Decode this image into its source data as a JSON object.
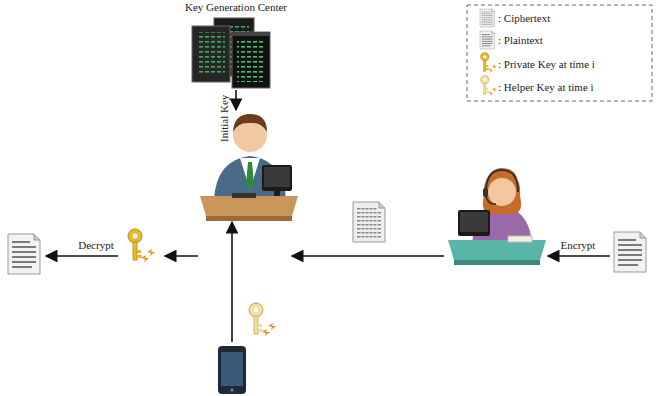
{
  "diagram": {
    "nodes": [
      {
        "text": [
          "Key Generation Center"
        ]
      }
    ],
    "labels": [
      "Initial Key",
      "Decrypt",
      "Encrypt"
    ],
    "legend": [
      {
        "text": ": Ciphertext"
      },
      {
        "text": ": Plaintext"
      },
      {
        "text": ": Private Key at time i"
      },
      {
        "text": ": Helper Key at time i"
      }
    ]
  }
}
